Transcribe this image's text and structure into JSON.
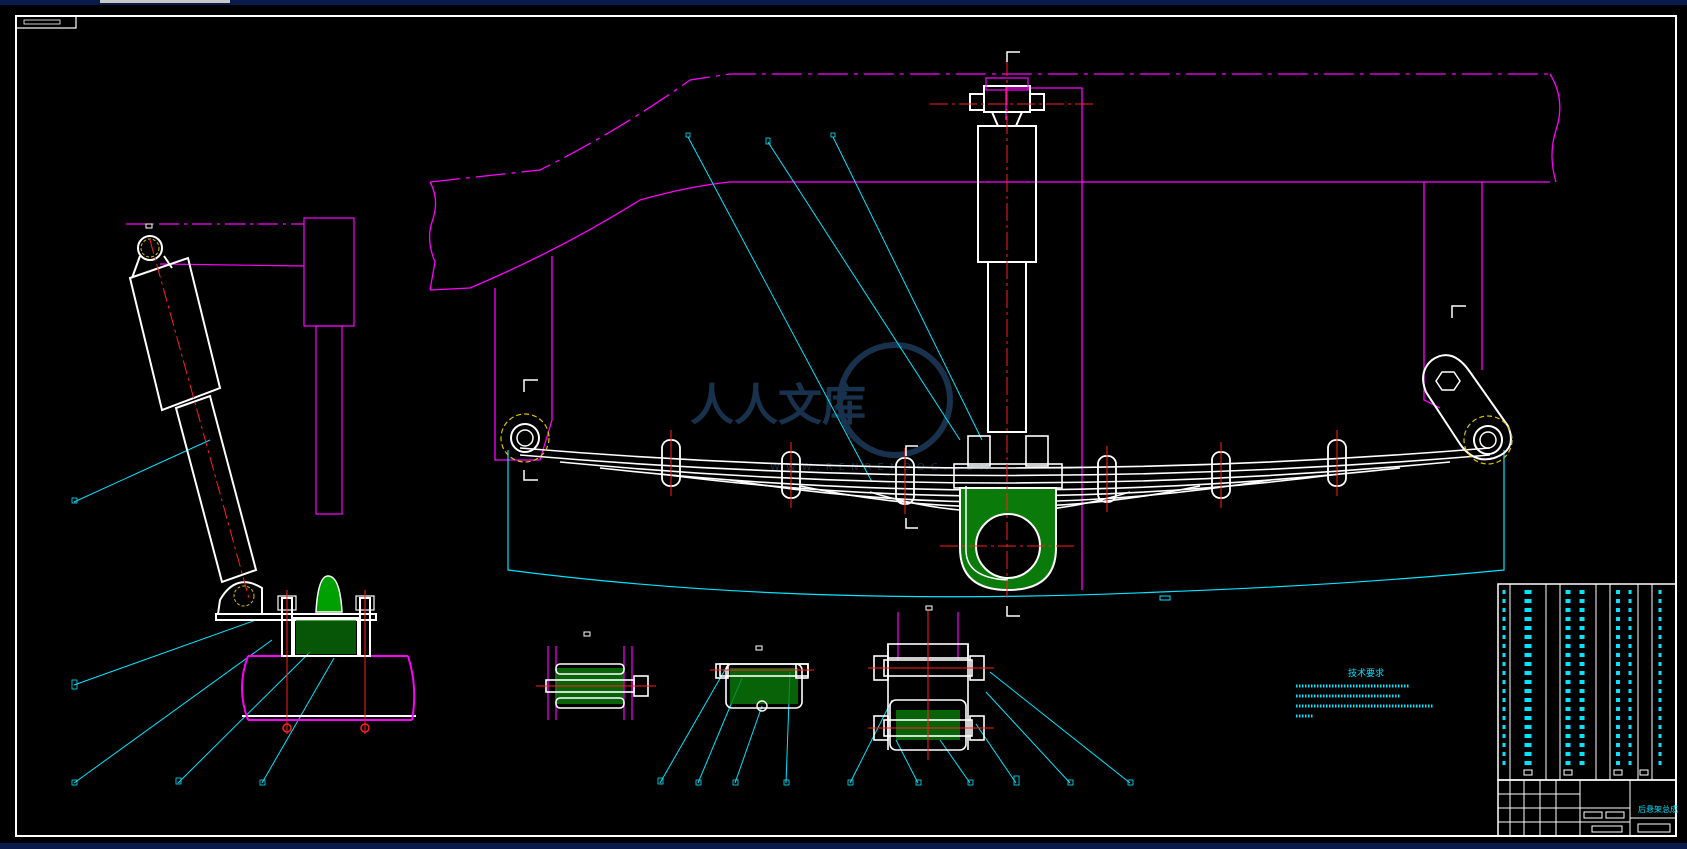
{
  "title_block": {
    "drawing_name": "后悬架总成"
  },
  "technical_requirements": {
    "title": "技术要求"
  },
  "watermark": {
    "brand": "人人文库",
    "url": "WWW.RENRENDOC.COM"
  },
  "colors": {
    "frame": "#ffffff",
    "frame_outline": "#ff00ff",
    "leader": "#00e5ff",
    "centerline": "#ff2020",
    "hatch": "#00c000",
    "hidden": "#e0e000"
  }
}
